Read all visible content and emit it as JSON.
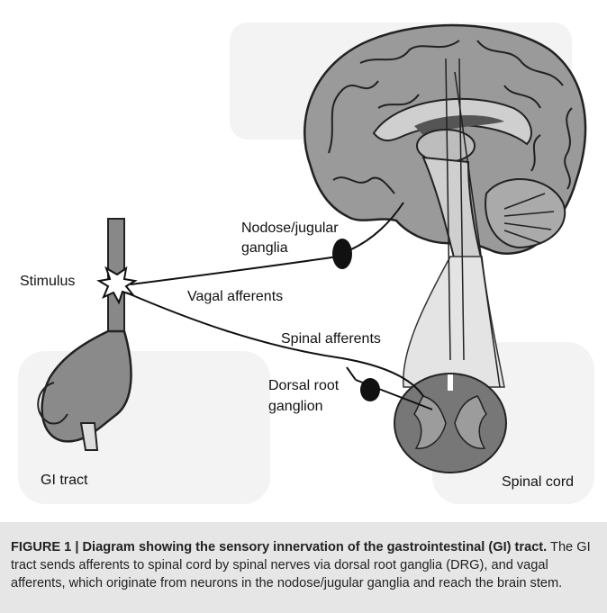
{
  "diagram": {
    "labels": {
      "nodose": [
        "Nodose/jugular",
        "ganglia"
      ],
      "stimulus": "Stimulus",
      "vagal": "Vagal afferents",
      "spinal_afferents": "Spinal afferents",
      "drg": [
        "Dorsal root",
        "ganglion"
      ],
      "gi_tract": "GI tract",
      "spinal_cord": "Spinal cord"
    }
  },
  "caption": {
    "bold": "FIGURE 1 | Diagram showing the sensory innervation of the gastrointestinal (GI) tract.",
    "text": " The GI tract sends afferents to spinal cord by spinal nerves via dorsal root ganglia (DRG), and vagal afferents, which originate from neurons in the nodose/jugular ganglia and reach the brain stem."
  }
}
